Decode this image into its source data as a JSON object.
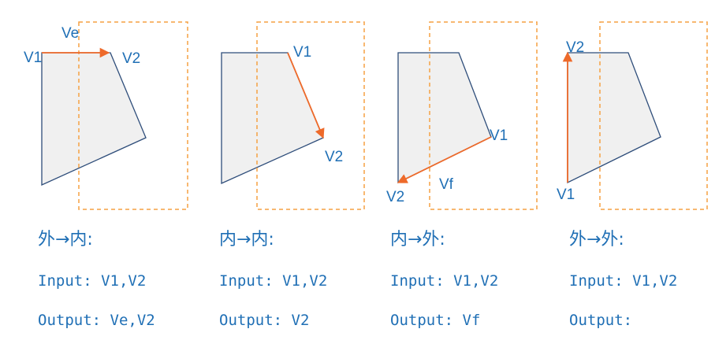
{
  "diagram": {
    "colors": {
      "polygon_stroke": "#2e4d7a",
      "polygon_fill": "#f0f0f0",
      "clip_window": "#f5a142",
      "vector": "#ee6a2a",
      "label_text": "#1f6fb5"
    },
    "panels": [
      {
        "heading": "外→内:",
        "input": "Input: V1,V2",
        "output": "Output: Ve,V2",
        "labels": {
          "v1": "V1",
          "v2": "V2",
          "extra": "Ve"
        }
      },
      {
        "heading": "内→内:",
        "input": "Input: V1,V2",
        "output": "Output: V2",
        "labels": {
          "v1": "V1",
          "v2": "V2"
        }
      },
      {
        "heading": "内→外:",
        "input": "Input: V1,V2",
        "output": "Output: Vf",
        "labels": {
          "v1": "V1",
          "v2": "V2",
          "extra": "Vf"
        }
      },
      {
        "heading": "外→外:",
        "input": "Input: V1,V2",
        "output": "Output:",
        "labels": {
          "v1": "V1",
          "v2": "V2"
        }
      }
    ]
  }
}
